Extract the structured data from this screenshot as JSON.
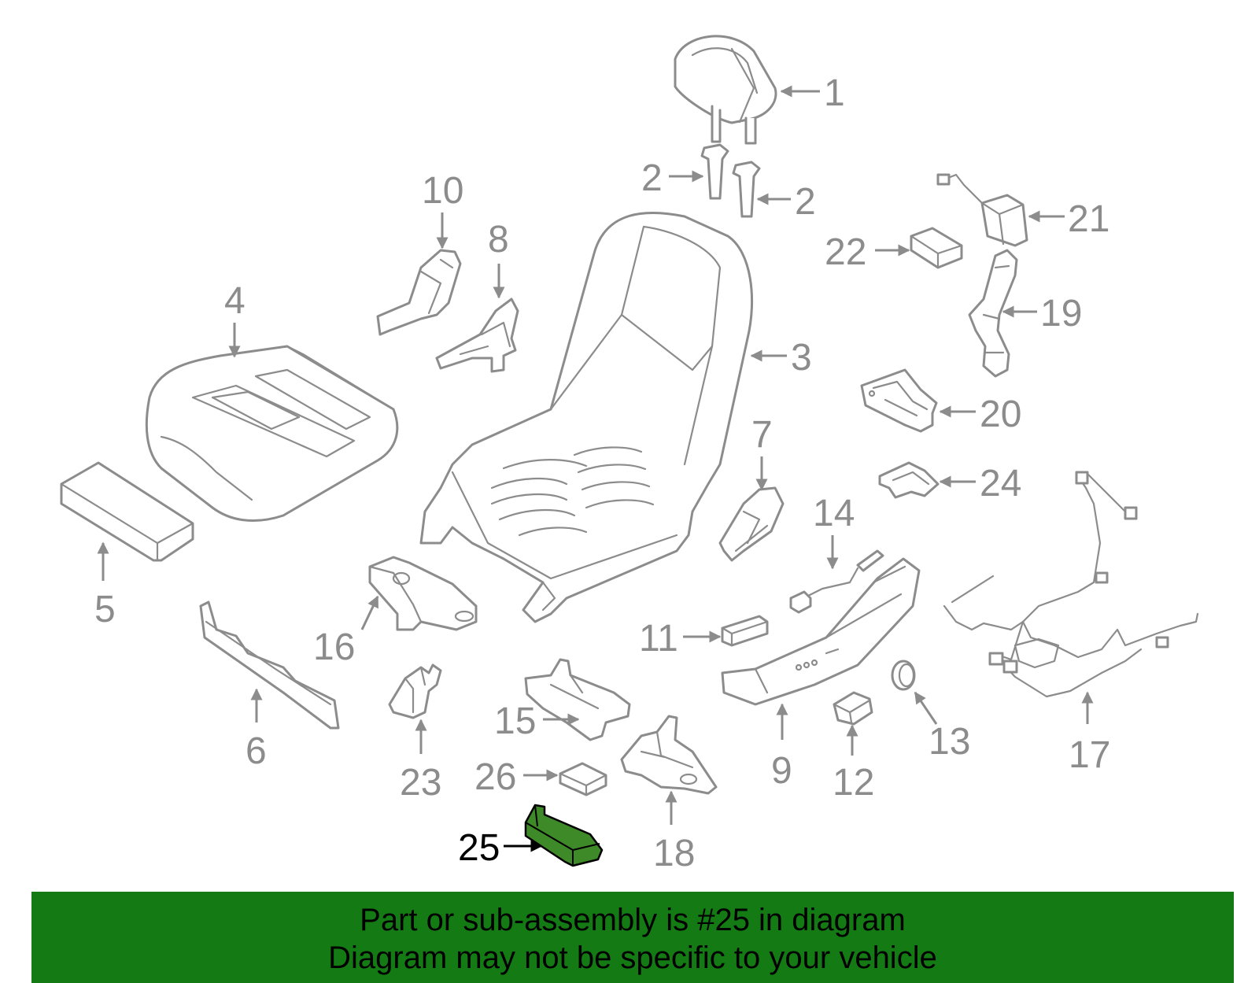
{
  "parts": [
    {
      "num": "1"
    },
    {
      "num": "2"
    },
    {
      "num": "2"
    },
    {
      "num": "3"
    },
    {
      "num": "4"
    },
    {
      "num": "5"
    },
    {
      "num": "6"
    },
    {
      "num": "7"
    },
    {
      "num": "8"
    },
    {
      "num": "9"
    },
    {
      "num": "10"
    },
    {
      "num": "11"
    },
    {
      "num": "12"
    },
    {
      "num": "13"
    },
    {
      "num": "14"
    },
    {
      "num": "15"
    },
    {
      "num": "16"
    },
    {
      "num": "17"
    },
    {
      "num": "18"
    },
    {
      "num": "19"
    },
    {
      "num": "20"
    },
    {
      "num": "21"
    },
    {
      "num": "22"
    },
    {
      "num": "23"
    },
    {
      "num": "24"
    },
    {
      "num": "25"
    },
    {
      "num": "26"
    }
  ],
  "highlighted_part": "25",
  "colors": {
    "part_outline": "#8c8c8c",
    "highlight_fill": "#3e8a28",
    "banner_background": "#147a14",
    "banner_text": "#000000"
  },
  "banner": {
    "line1": "Part or sub-assembly is #25 in diagram",
    "line2": "Diagram may not be specific to your vehicle"
  }
}
